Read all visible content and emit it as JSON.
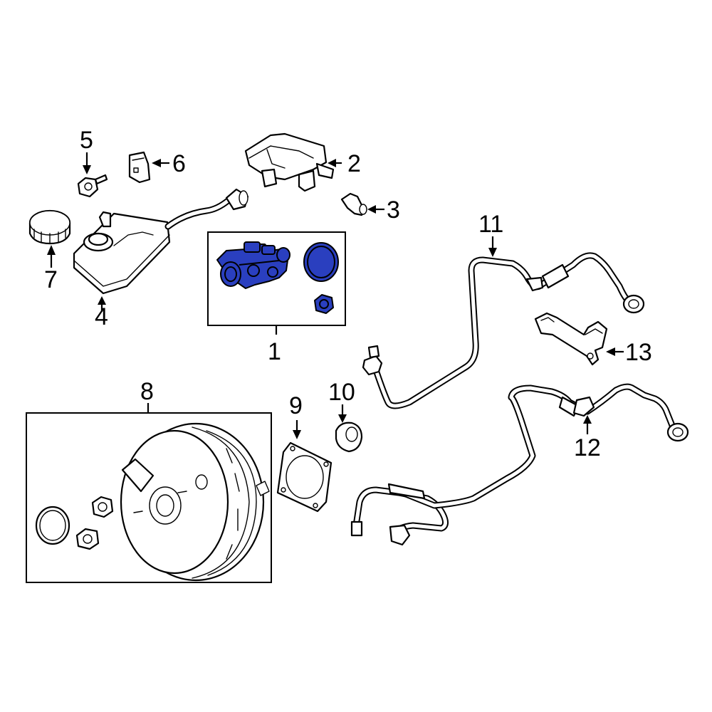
{
  "colors": {
    "highlight": "#2a3fbf",
    "line": "#000000",
    "background": "#ffffff"
  },
  "callouts": {
    "c1": "1",
    "c2": "2",
    "c3": "3",
    "c4": "4",
    "c5": "5",
    "c6": "6",
    "c7": "7",
    "c8": "8",
    "c9": "9",
    "c10": "10",
    "c11": "11",
    "c12": "12",
    "c13": "13"
  }
}
